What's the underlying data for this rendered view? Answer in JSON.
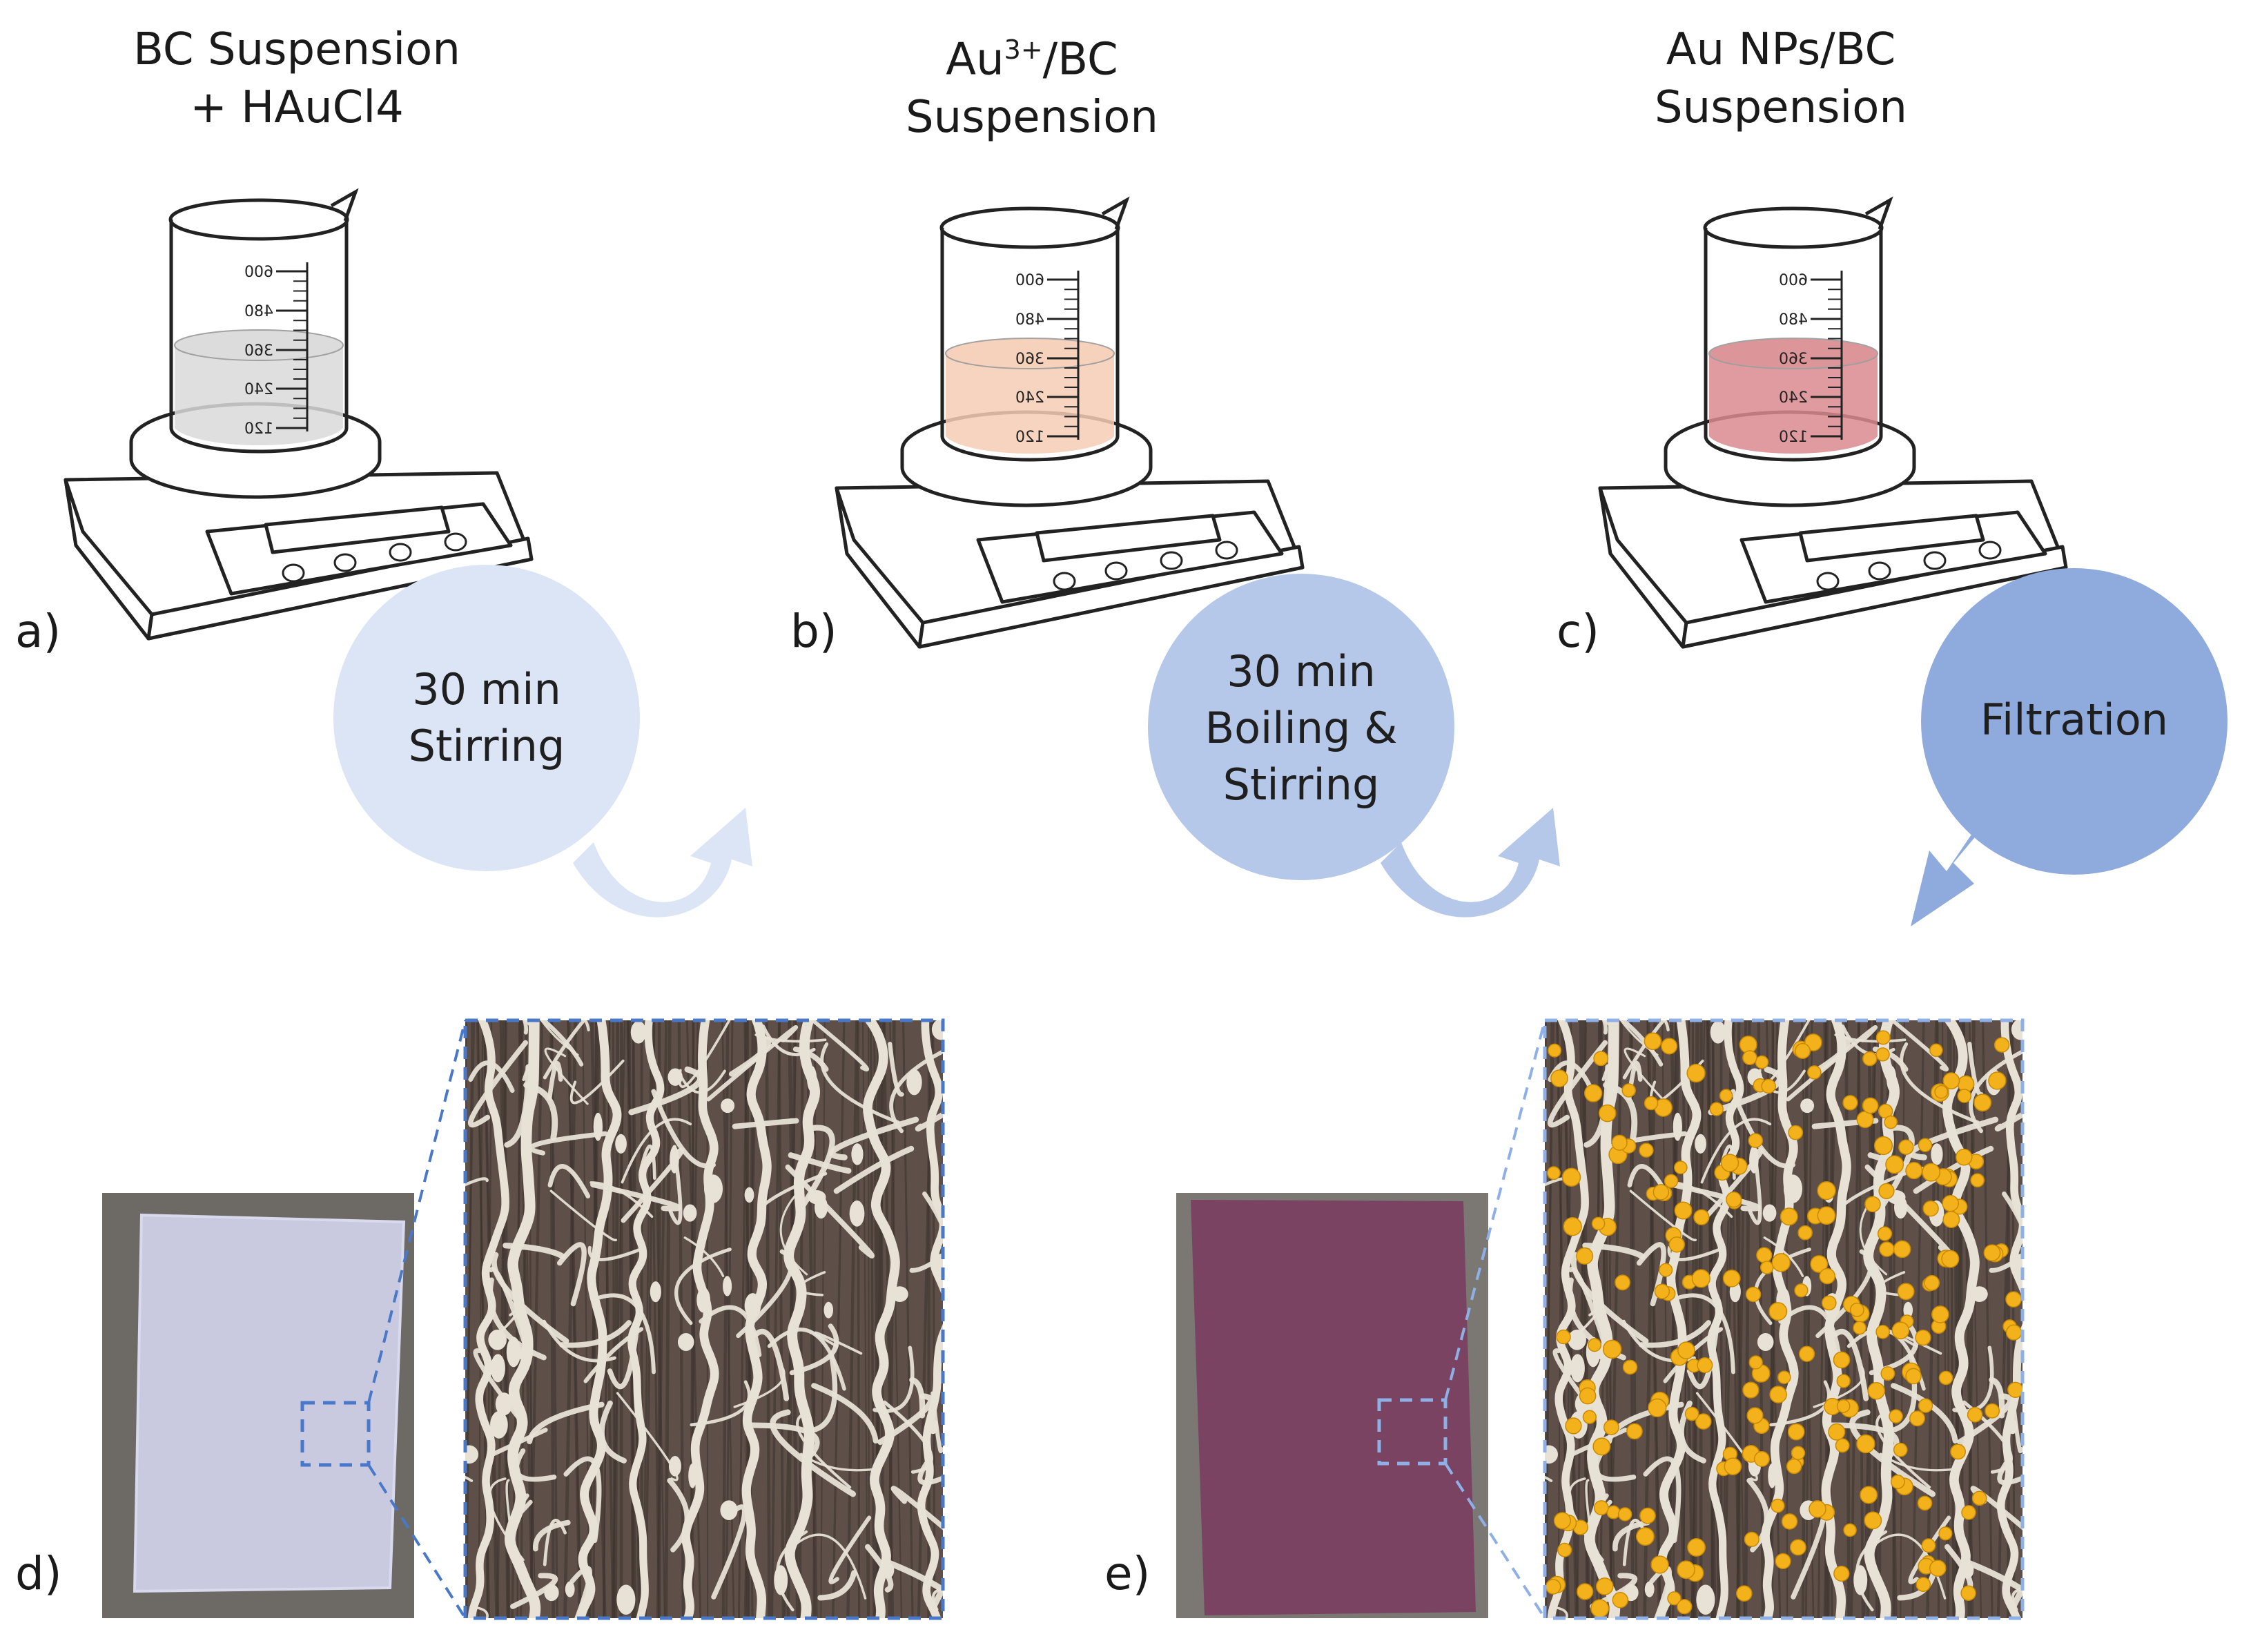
{
  "steps": [
    {
      "panel": "a)",
      "title_lines": [
        "BC Suspension",
        "+ HAuCl4"
      ],
      "process_lines": [
        "30 min",
        "Stirring"
      ]
    },
    {
      "panel": "b)",
      "title_line1_base": "Au",
      "title_line1_sup": "3+",
      "title_line1_rest": "/BC",
      "title_line2": "Suspension",
      "process_lines": [
        "30 min",
        "Boiling &",
        "Stirring"
      ]
    },
    {
      "panel": "c)",
      "title_lines": [
        "Au NPs/BC",
        "Suspension"
      ],
      "process_lines": [
        "Filtration"
      ]
    }
  ],
  "bottom_panels": [
    {
      "panel": "d)"
    },
    {
      "panel": "e)"
    }
  ],
  "beaker_scale_labels": [
    "600",
    "480",
    "360",
    "240",
    "120"
  ],
  "colors": {
    "liquid_a": "#d9d9d9",
    "liquid_b": "#f6cdb4",
    "liquid_c": "#d98a8e",
    "circle_1": "#dbe5f5",
    "circle_2": "#b6c8e9",
    "circle_3": "#8fabde",
    "film_d": "#c9c9e0",
    "film_e": "#7a4362",
    "fiber_bg": "#5e5049",
    "fiber": "#e7e1d6",
    "gold_np": "#f3b21b",
    "dash_zoom": "#4a78c8"
  }
}
